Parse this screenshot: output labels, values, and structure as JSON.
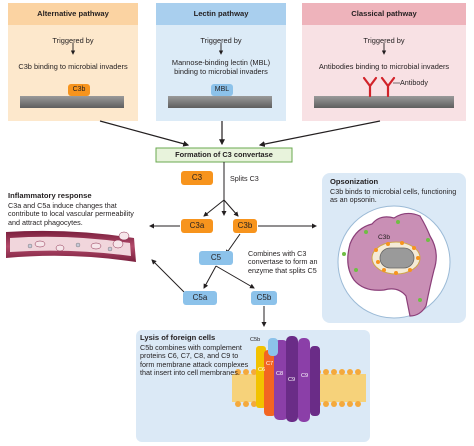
{
  "pathways": {
    "alternative": {
      "title": "Alternative pathway",
      "triggered": "Triggered by",
      "description": "C3b binding to microbial invaders",
      "marker": "C3b",
      "color": "#fbd7a9",
      "title_color": "#f4a45a"
    },
    "lectin": {
      "title": "Lectin pathway",
      "triggered": "Triggered by",
      "description": "Mannose-binding lectin (MBL) binding to microbial invaders",
      "marker": "MBL",
      "color": "#c9dff1",
      "title_color": "#8ebfe6"
    },
    "classical": {
      "title": "Classical pathway",
      "triggered": "Triggered by",
      "description": "Antibodies binding to microbial invaders",
      "marker": "Antibody",
      "color": "#f6d3d8",
      "title_color": "#e79aa5"
    }
  },
  "convertase": {
    "title": "Formation of C3 convertase"
  },
  "cascade": {
    "c3": "C3",
    "splits_c3": "Splits C3",
    "c3a": "C3a",
    "c3b": "C3b",
    "c5": "C5",
    "c5_note": "Combines with C3 convertase to form an enzyme that splits C5",
    "c5a": "C5a",
    "c5b": "C5b"
  },
  "inflammatory": {
    "title": "Inflammatory response",
    "text": "C3a and C5a induce changes that contribute to local vascular permeability and attract phagocytes."
  },
  "opsonization": {
    "title": "Opsonization",
    "text": "C3b binds to microbial cells, functioning as an opsonin.",
    "label": "C3b"
  },
  "lysis": {
    "title": "Lysis of foreign cells",
    "text": "C5b combines with complement proteins C6, C7, C8, and C9 to form membrane attack complexes that insert into cell membranes.",
    "labels": {
      "c5b": "C5b",
      "c6": "C6",
      "c7": "C7",
      "c8": "C8",
      "c9a": "C9",
      "c9b": "C9"
    }
  },
  "colors": {
    "orange": "#f7941d",
    "blue": "#8cc2ea",
    "purple": "#8b3fa8",
    "convertase_fill": "#e6f2d9",
    "convertase_border": "#6aa84f",
    "lysis_bg": "#dbe9f6",
    "vessel": "#8a2a4a"
  }
}
